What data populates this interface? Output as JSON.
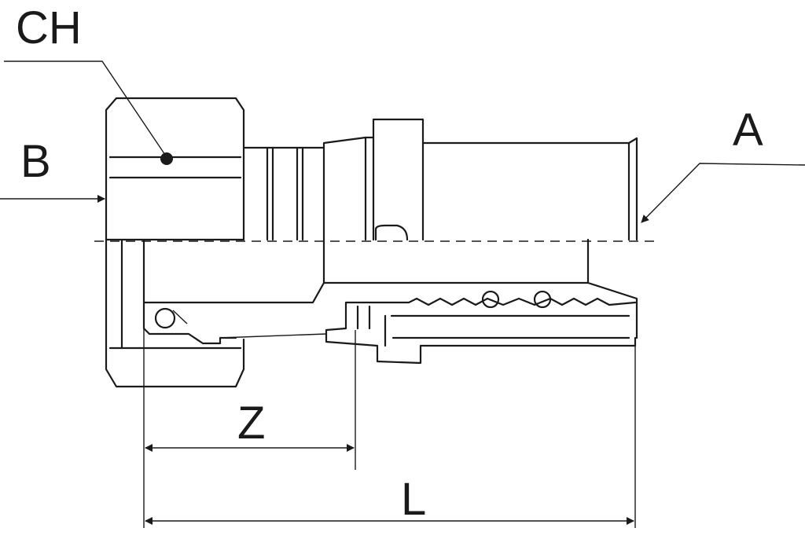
{
  "labels": {
    "ch": "CH",
    "b": "B",
    "a": "A",
    "z": "Z",
    "l": "L"
  },
  "colors": {
    "line": "#1a1a1a",
    "background": "#ffffff"
  }
}
